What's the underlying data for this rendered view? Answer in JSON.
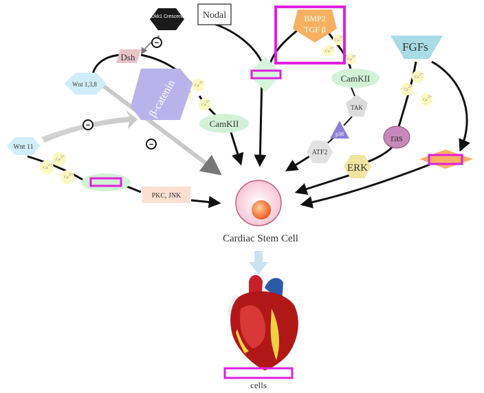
{
  "nodes": {
    "dkk1": "Dkk1 Crescent",
    "nodal": "Nodal",
    "bmp2": "BMP2",
    "tgfb": "TGF β",
    "fgfs": "FGFs",
    "dsh": "Dsh",
    "wnt138": "Wnt 1,3,8",
    "beta_catenin": "β-catenin",
    "camkii_left": "CamKII",
    "camkii_right": "CamKII",
    "tak": "TAK",
    "p38": "p38",
    "atf2": "ATF2",
    "erk": "ERK",
    "ras": "ras",
    "wnt11": "Wnt 11",
    "pkc_jnk": "PKC, JNK",
    "cardiac_stem_cell": "Cardiac Stem Cell",
    "cells": "cells",
    "ca": "Ca",
    "ca_sup": "2+"
  },
  "symbols": {
    "inhibit": "−"
  },
  "colors": {
    "highlight": "#e020e0",
    "arrow": "#111111",
    "bmp": "#f7b060",
    "fgf": "#a8dbe6",
    "camkii": "#d2f2d6",
    "dsh": "#e6c4c8",
    "catenin": "#b9b3ec",
    "wnt": "#cfeefa",
    "ca": "#fff8c0",
    "pkc": "#fbe0d0",
    "nodal_node": "#d6f5dd",
    "orange_diamond": "#ffb060"
  }
}
